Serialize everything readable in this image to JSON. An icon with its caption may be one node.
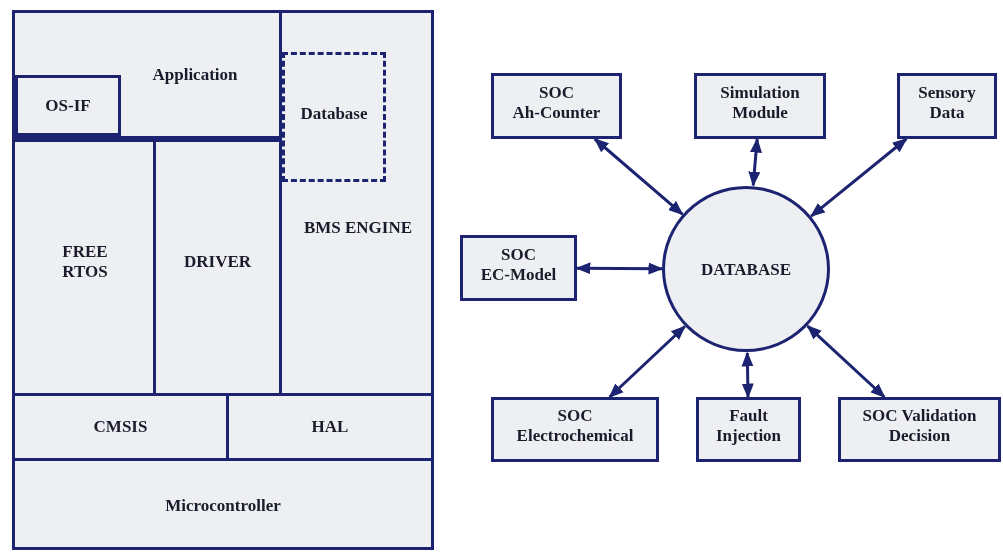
{
  "diagram": {
    "nodes": [
      {
        "text": [
          "Application"
        ]
      },
      {
        "text": [
          "OS-IF"
        ],
        "in": 0
      },
      {
        "text": [
          "BMS ENGINE"
        ]
      },
      {
        "text": [
          "Database"
        ],
        "in": 2
      },
      {
        "text": [
          "FREE RTOS"
        ]
      },
      {
        "text": [
          "DRIVER"
        ]
      },
      {
        "text": [
          "CMSIS"
        ]
      },
      {
        "text": [
          "HAL"
        ]
      },
      {
        "text": [
          "Microcontroller"
        ]
      },
      {
        "text": [
          "SOC Ah-Counter"
        ]
      },
      {
        "text": [
          "Simulation Module"
        ]
      },
      {
        "text": [
          "Sensory Data"
        ]
      },
      {
        "text": [
          "SOC EC-Model"
        ]
      },
      {
        "text": [
          "DATABASE"
        ]
      },
      {
        "text": [
          "SOC Electrochemical"
        ]
      },
      {
        "text": [
          "Fault Injection"
        ]
      },
      {
        "text": [
          "SOC Validation Decision"
        ]
      }
    ],
    "edges": [
      {
        "from": 13,
        "to": 9,
        "arrow": "both"
      },
      {
        "from": 13,
        "to": 10,
        "arrow": "both"
      },
      {
        "from": 13,
        "to": 11,
        "arrow": "both"
      },
      {
        "from": 13,
        "to": 12,
        "arrow": "both"
      },
      {
        "from": 13,
        "to": 14,
        "arrow": "both"
      },
      {
        "from": 13,
        "to": 15,
        "arrow": "both"
      },
      {
        "from": 13,
        "to": 16,
        "arrow": "both"
      }
    ]
  }
}
